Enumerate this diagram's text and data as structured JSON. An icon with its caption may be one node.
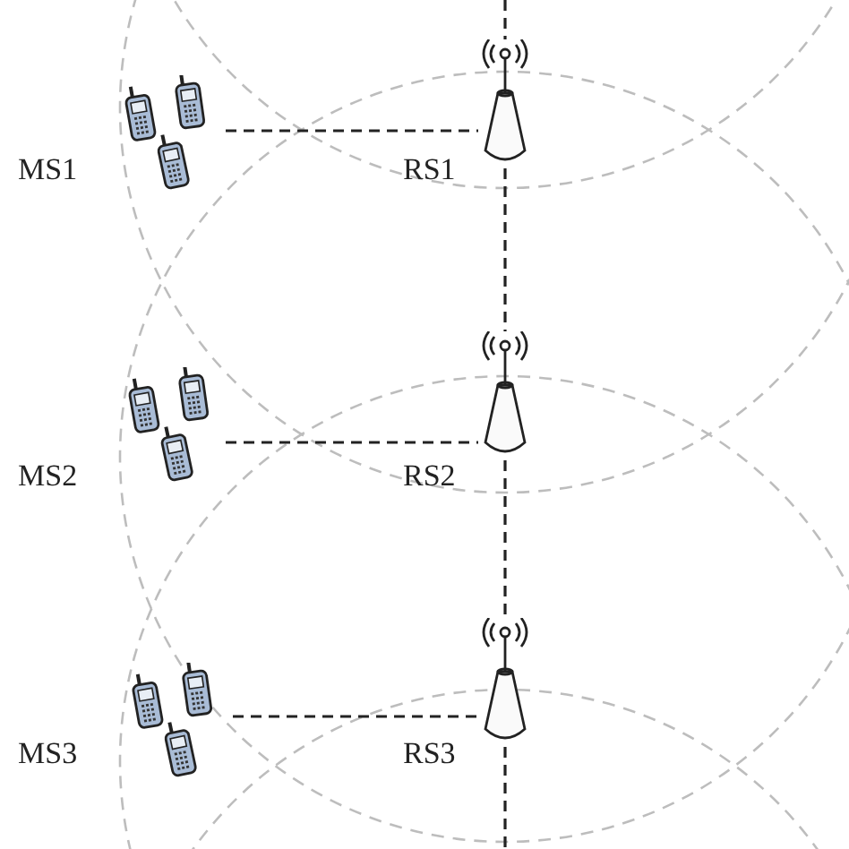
{
  "diagram": {
    "nodes": [
      {
        "text": [],
        "shape": "picture",
        "beside": [
          "MS1"
        ]
      },
      {
        "text": [],
        "shape": "picture",
        "beside": [
          "RS1"
        ]
      },
      {
        "text": [],
        "shape": "picture",
        "beside": [
          "MS2"
        ]
      },
      {
        "text": [],
        "shape": "picture",
        "beside": [
          "RS2"
        ]
      },
      {
        "text": [],
        "shape": "picture",
        "beside": [
          "MS3"
        ]
      },
      {
        "text": [],
        "shape": "picture",
        "beside": [
          "RS3"
        ]
      }
    ],
    "edges": [
      {
        "from": null,
        "to": 1,
        "arrow": "none",
        "style": "dashed"
      },
      {
        "from": 0,
        "to": 1,
        "arrow": "none",
        "style": "dashed"
      },
      {
        "from": 1,
        "to": 3,
        "arrow": "none",
        "style": "dashed"
      },
      {
        "from": 2,
        "to": 3,
        "arrow": "none",
        "style": "dashed"
      },
      {
        "from": 3,
        "to": 5,
        "arrow": "none",
        "style": "dashed"
      },
      {
        "from": 4,
        "to": 5,
        "arrow": "none",
        "style": "dashed"
      },
      {
        "from": 5,
        "to": null,
        "arrow": "none",
        "style": "dashed"
      }
    ]
  }
}
